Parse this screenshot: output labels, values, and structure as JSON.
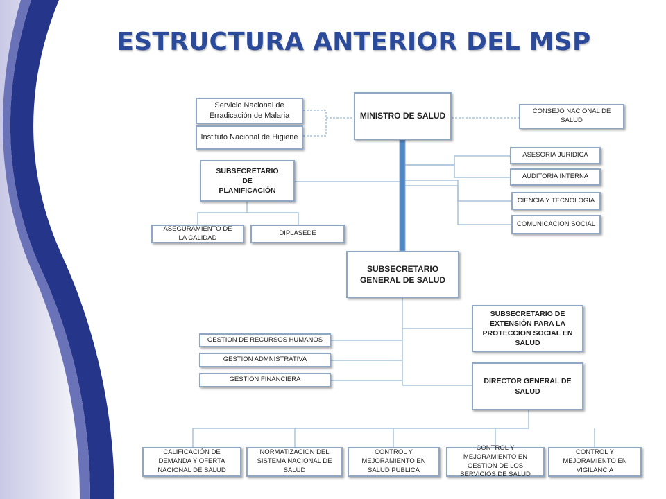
{
  "title": "ESTRUCTURA ANTERIOR DEL MSP",
  "boxes": {
    "malaria": "Servicio Nacional de Erradicación de Malaria",
    "higiene": "Instituto Nacional de Higiene",
    "ministro": "MINISTRO DE SALUD",
    "consejo": "CONSEJO NACIONAL DE SALUD",
    "asesoria": "ASESORIA JURIDICA",
    "auditoria": "AUDITORIA INTERNA",
    "ciencia": "CIENCIA Y TECNOLOGIA",
    "comunicacion": "COMUNICACION SOCIAL",
    "planificacion": "SUBSECRETARIO DE PLANIFICACIÓN",
    "aseguramiento": "ASEGURAMIENTO DE LA CALIDAD",
    "diplasede": "DIPLASEDE",
    "subsecretario_general": "SUBSECRETARIO GENERAL DE SALUD",
    "extension": "SUBSECRETARIO DE EXTENSIÓN PARA LA PROTECCION SOCIAL EN SALUD",
    "rrhh": "GESTION DE RECURSOS HUMANOS",
    "administrativa": "GESTION ADMNISTRATIVA",
    "financiera": "GESTION FINANCIERA",
    "director": "DIRECTOR GENERAL DE SALUD",
    "calificacion": "CALIFICACIÓN DE DEMANDA Y OFERTA NACIONAL DE SALUD",
    "normatizacion": "NORMATIZACION DEL SISTEMA NACIONAL DE SALUD",
    "salud_publica": "CONTROL Y MEJORAMIENTO EN SALUD PUBLICA",
    "servicios": "CONTROL Y MEJORAMIENTO EN GESTION DE LOS SERVICIOS DE SALUD",
    "vigilancia": "CONTROL Y MEJORAMIENTO EN VIGILANCIA"
  },
  "colors": {
    "title": "#2c4a9a",
    "box_border": "#8fa7c3",
    "connector": "#a8c4da",
    "trunk": "#4f86c6",
    "deco_dark": "#1f2f7a",
    "deco_light": "#b9b9dc"
  }
}
